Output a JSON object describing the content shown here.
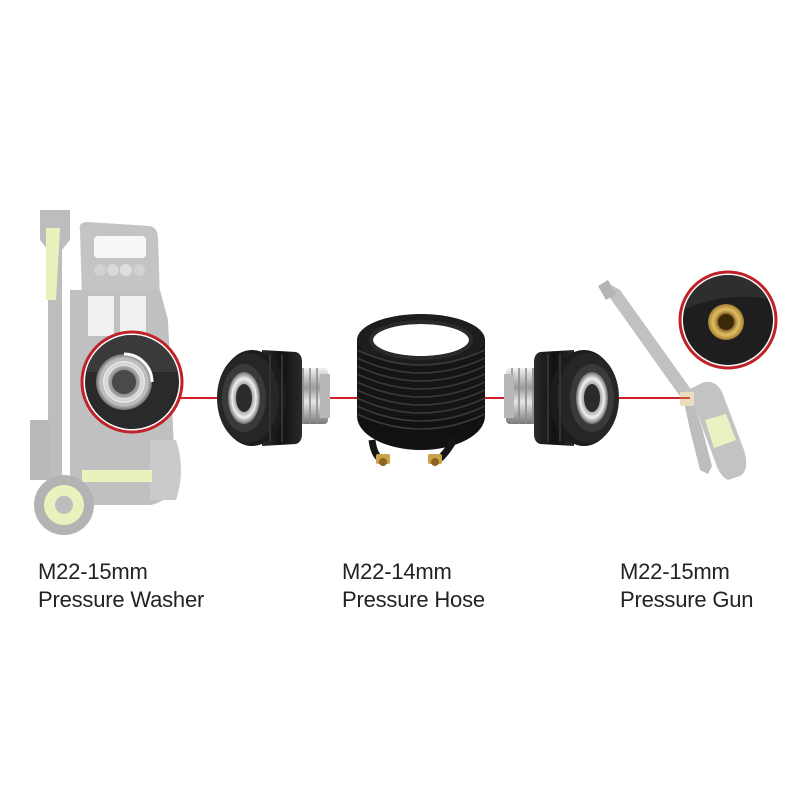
{
  "captions": [
    {
      "size": "M22-15mm",
      "label": "Pressure Washer"
    },
    {
      "size": "M22-14mm",
      "label": "Pressure Hose"
    },
    {
      "size": "M22-15mm",
      "label": "Pressure Gun"
    }
  ],
  "colors": {
    "connector_line": "#d0202a",
    "washer_body": "#b9bcbd",
    "washer_accent": "#d9ea9a",
    "hose": "#151515",
    "brass": "#c9a24a",
    "steel": "#c8c8c8",
    "coupler_black": "#1c1c1c",
    "inset_ring": "#c0222a",
    "text": "#222222"
  },
  "icons": {
    "washer": "pressure-washer-image",
    "adapter": "m22-adapter-image",
    "hose": "coiled-hose-image",
    "gun": "spray-gun-image"
  }
}
